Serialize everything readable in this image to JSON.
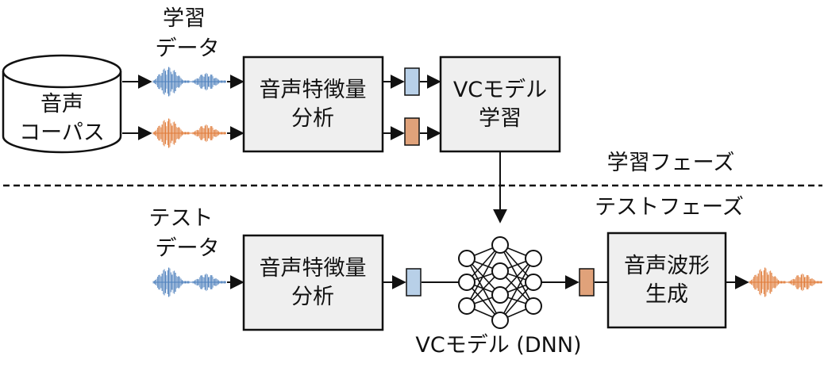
{
  "train_data": [
    "学習",
    "データ"
  ],
  "corpus": [
    "音声",
    "コーパス"
  ],
  "analysis_train": [
    "音声特徴量",
    "分析"
  ],
  "vc_train": [
    "VCモデル",
    "学習"
  ],
  "learning_phase": "学習フェーズ",
  "test_phase": "テストフェーズ",
  "test_data": [
    "テスト",
    "データ"
  ],
  "analysis_test": [
    "音声特徴量",
    "分析"
  ],
  "synth": [
    "音声波形",
    "生成"
  ],
  "dnn_caption": "VCモデル (DNN)",
  "colors": {
    "source": "#4f81bd",
    "target": "#e07b39",
    "feat_blue": "#b8d0e8",
    "feat_orange": "#e0a27a",
    "box_fill": "#efefef"
  }
}
